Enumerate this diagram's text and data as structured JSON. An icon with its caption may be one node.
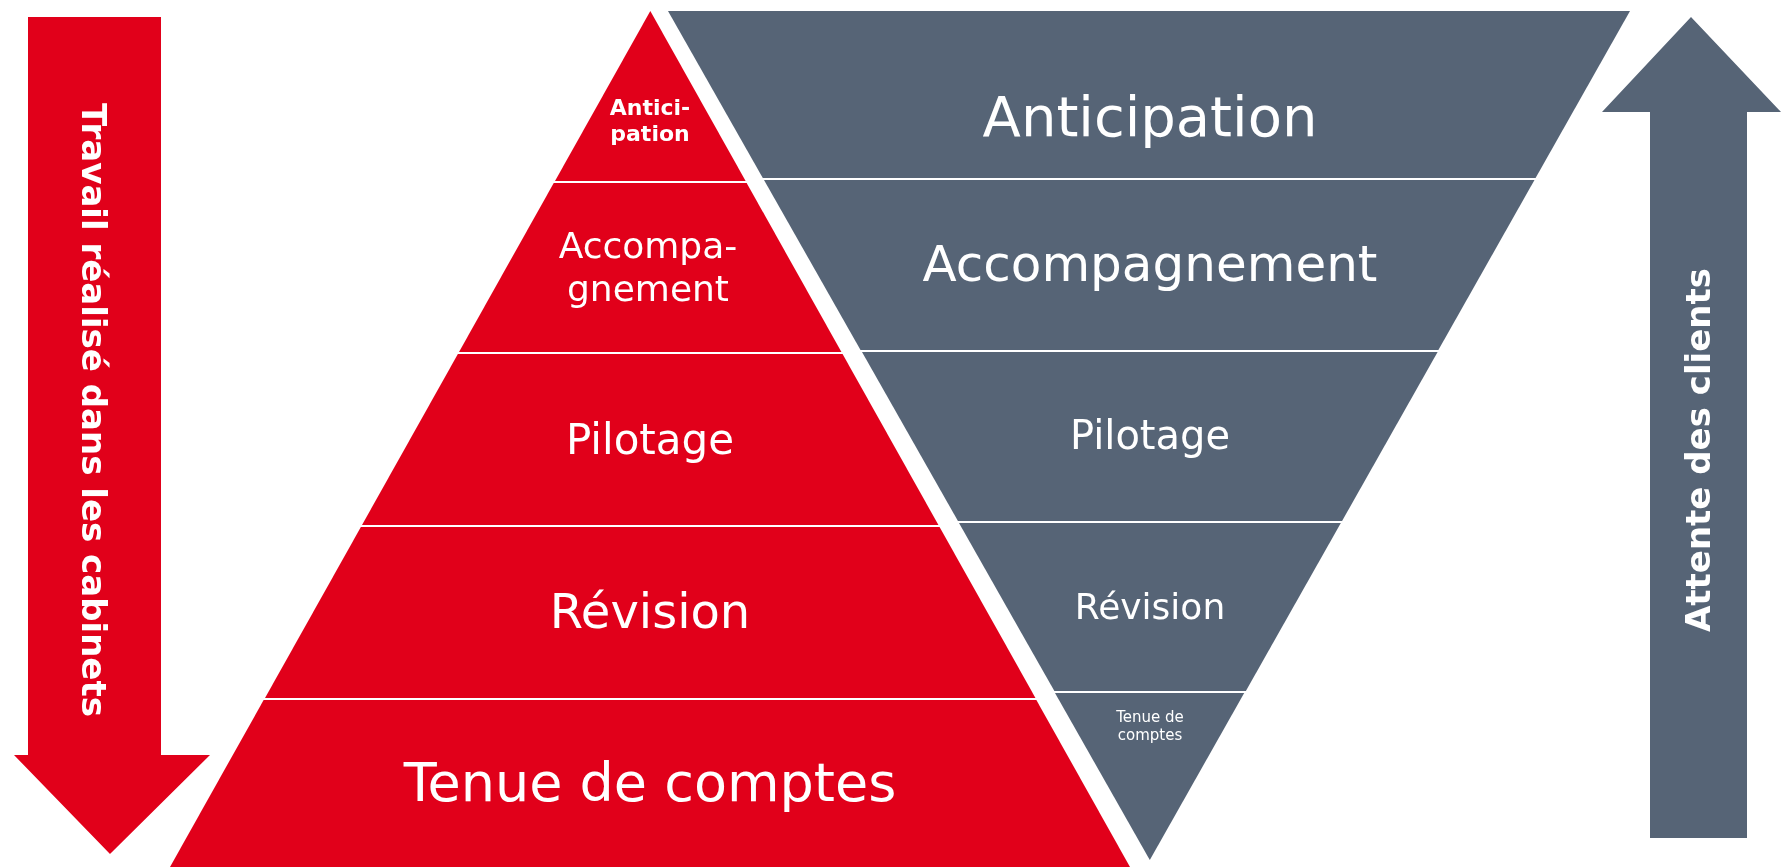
{
  "diagram": {
    "nodes": [
      {
        "text": [
          "Travail réalisé dans les cabinets"
        ]
      },
      {
        "text": [
          "Antici-pation"
        ]
      },
      {
        "text": [
          "Accompa-gnement"
        ]
      },
      {
        "text": [
          "Pilotage"
        ]
      },
      {
        "text": [
          "Révision"
        ]
      },
      {
        "text": [
          "Tenue de comptes"
        ]
      },
      {
        "text": [
          "Anticipation"
        ]
      },
      {
        "text": [
          "Accompagnement"
        ]
      },
      {
        "text": [
          "Pilotage"
        ]
      },
      {
        "text": [
          "Révision"
        ]
      },
      {
        "text": [
          "Tenue de comptes"
        ]
      },
      {
        "text": [
          "Attente des clients"
        ]
      }
    ]
  }
}
